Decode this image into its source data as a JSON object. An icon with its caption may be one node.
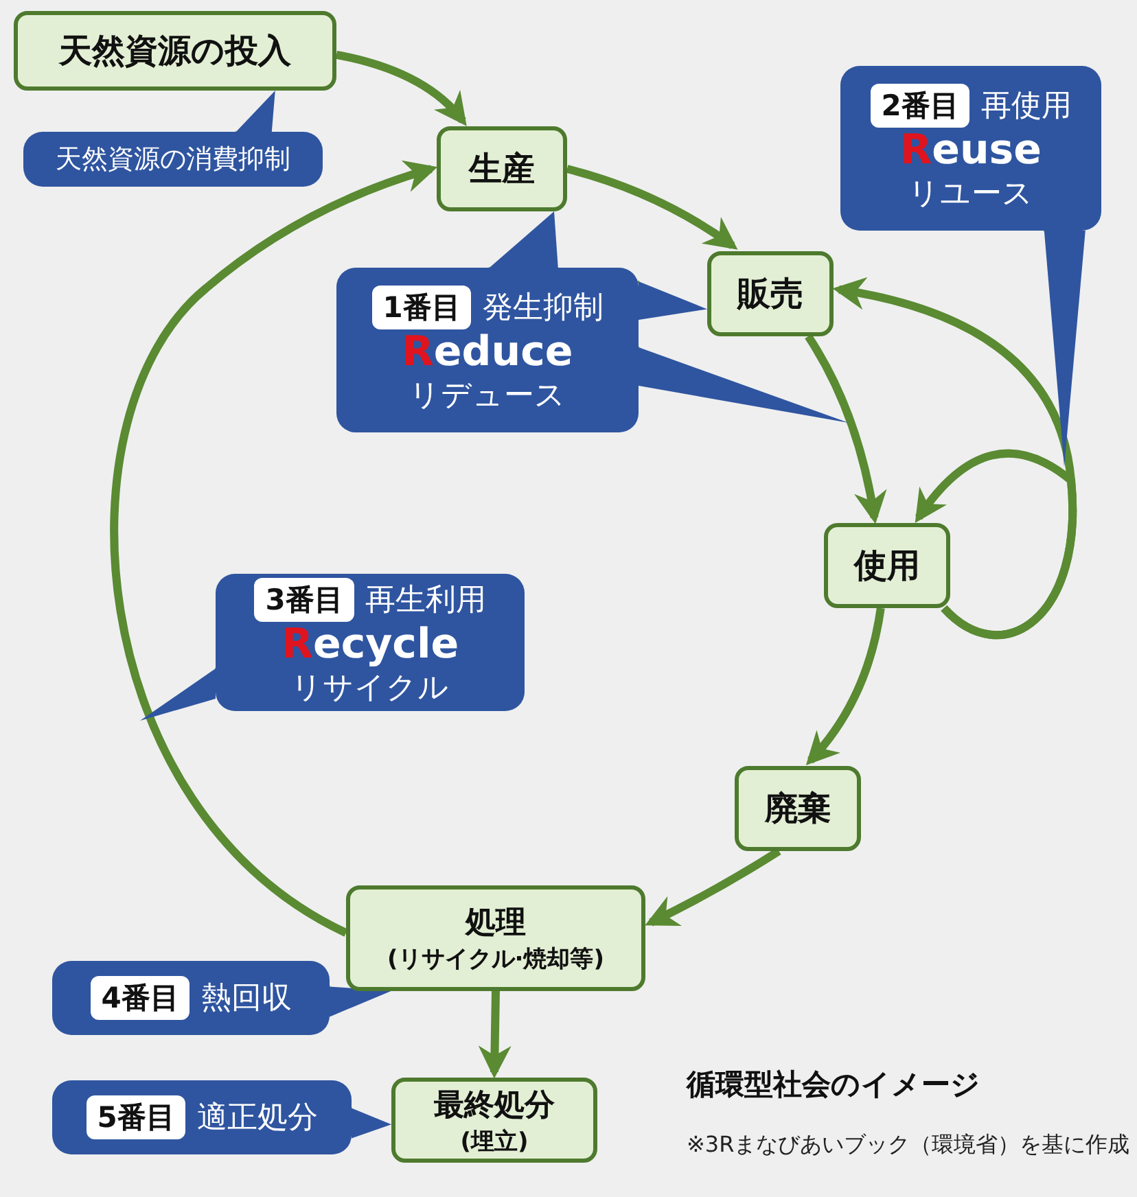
{
  "diagram": {
    "title": "循環型社会のイメージ",
    "nodes": [
      {
        "text": [
          "天然資源の投入"
        ]
      },
      {
        "text": [
          "生産"
        ]
      },
      {
        "text": [
          "販売"
        ]
      },
      {
        "text": [
          "使用"
        ]
      },
      {
        "text": [
          "廃棄"
        ]
      },
      {
        "text": [
          "処理",
          "(リサイクル·焼却等)"
        ]
      },
      {
        "text": [
          "最終処分",
          "(埋立)"
        ]
      },
      {
        "text": [
          "天然資源の消費抑制"
        ]
      },
      {
        "text": [
          "1番目",
          "発生抑制",
          "Reduce",
          "リデュース"
        ]
      },
      {
        "text": [
          "2番目",
          "再使用",
          "Reuse",
          "リユース"
        ]
      },
      {
        "text": [
          "3番目",
          "再生利用",
          "Recycle",
          "リサイクル"
        ]
      },
      {
        "text": [
          "4番目",
          "熱回収"
        ]
      },
      {
        "text": [
          "5番目",
          "適正処分"
        ]
      }
    ],
    "edges": [
      {
        "from": 0,
        "to": 1,
        "arrow": "to"
      },
      {
        "from": 1,
        "to": 2,
        "arrow": "to"
      },
      {
        "from": 2,
        "to": 3,
        "arrow": "to"
      },
      {
        "from": 3,
        "to": 2,
        "arrow": "to"
      },
      {
        "from": 3,
        "to": 3,
        "arrow": "to"
      },
      {
        "from": 3,
        "to": 4,
        "arrow": "to"
      },
      {
        "from": 4,
        "to": 5,
        "arrow": "to"
      },
      {
        "from": 5,
        "to": 1,
        "arrow": "to"
      },
      {
        "from": 5,
        "to": 6,
        "arrow": "to"
      },
      {
        "from": 7,
        "to": 0,
        "arrow": "to"
      },
      {
        "from": 8,
        "to": 1,
        "arrow": "to"
      },
      {
        "from": 8,
        "to": 2,
        "arrow": "to"
      },
      {
        "from": 8,
        "to": null,
        "arrow": "to"
      },
      {
        "from": 9,
        "to": null,
        "arrow": "to"
      },
      {
        "from": 10,
        "to": null,
        "arrow": "to"
      },
      {
        "from": 11,
        "to": 5,
        "arrow": "to"
      },
      {
        "from": 12,
        "to": 6,
        "arrow": "to"
      }
    ],
    "labels": [
      "※3Rまなびあいブック（環境省）を基に作成"
    ]
  }
}
